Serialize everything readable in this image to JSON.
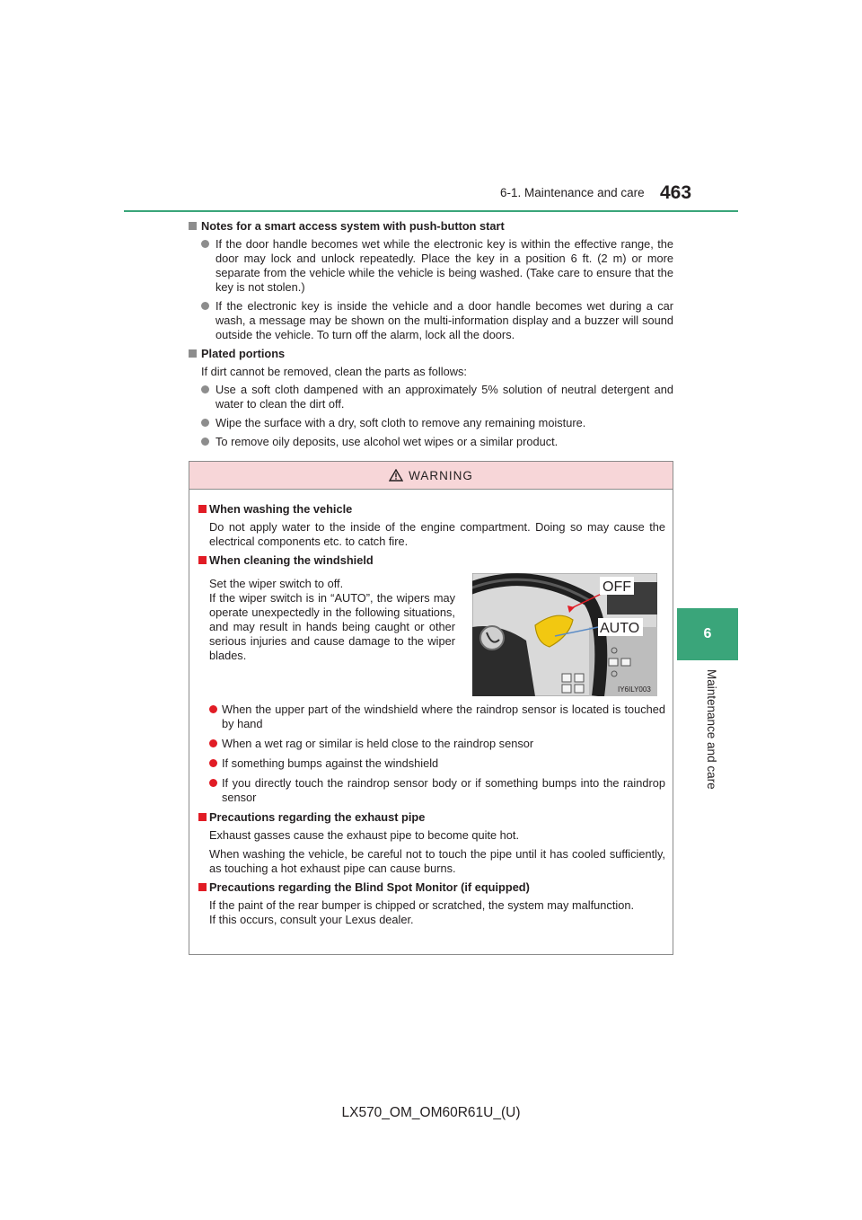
{
  "header": {
    "section": "6-1. Maintenance and care",
    "page": "463"
  },
  "tab": {
    "number": "6",
    "label": "Maintenance and care"
  },
  "notes": {
    "title": "Notes for a smart access system with push-button start",
    "bullets": [
      "If the door handle becomes wet while the electronic key is within the effective range, the door may lock and unlock repeatedly. Place the key in a position 6 ft. (2 m) or more separate from the vehicle while the vehicle is being washed. (Take care to ensure that the key is not stolen.)",
      "If the electronic key is inside the vehicle and a door handle becomes wet during a car wash, a message may be shown on the multi-information display and a buzzer will sound outside the vehicle. To turn off the alarm, lock all the doors."
    ]
  },
  "plated": {
    "title": "Plated portions",
    "intro": "If dirt cannot be removed, clean the parts as follows:",
    "bullets": [
      "Use a soft cloth dampened with an approximately 5% solution of neutral detergent and water to clean the dirt off.",
      "Wipe the surface with a dry, soft cloth to remove any remaining moisture.",
      "To remove oily deposits, use alcohol wet wipes or a similar product."
    ]
  },
  "warning": {
    "label": "WARNING",
    "washing": {
      "title": "When washing the vehicle",
      "text": "Do not apply water to the inside of the engine compartment. Doing so may cause the electrical components etc. to catch fire."
    },
    "windshield": {
      "title": "When cleaning the windshield",
      "lead1": "Set the wiper switch to off.",
      "lead2": "If the wiper switch is in “AUTO”, the wipers may operate unexpectedly in the following situations, and may result in hands being caught or other serious injuries and cause damage to the wiper blades.",
      "image": {
        "label_off": "OFF",
        "label_auto": "AUTO",
        "code": "IY6ILY003"
      },
      "bullets": [
        "When the upper part of the windshield where the raindrop sensor is located is touched by hand",
        "When a wet rag or similar is held close to the raindrop sensor",
        "If something bumps against the windshield",
        "If you directly touch the raindrop sensor body or if something bumps into the raindrop sensor"
      ]
    },
    "exhaust": {
      "title": "Precautions regarding the exhaust pipe",
      "p1": "Exhaust gasses cause the exhaust pipe to become quite hot.",
      "p2": "When washing the vehicle, be careful not to touch the pipe until it has cooled sufficiently, as touching a hot exhaust pipe can cause burns."
    },
    "bsm": {
      "title": "Precautions regarding the Blind Spot Monitor (if equipped)",
      "p1": "If the paint of the rear bumper is chipped or scratched, the system may malfunction.",
      "p2": "If this occurs, consult your Lexus dealer."
    }
  },
  "footer": {
    "code": "LX570_OM_OM60R61U_(U)"
  },
  "colors": {
    "accent": "#3aa57a",
    "warning_fill": "#f7d6d8",
    "warning_mark": "#e11c25",
    "bullet_gray": "#8d8d8d"
  }
}
